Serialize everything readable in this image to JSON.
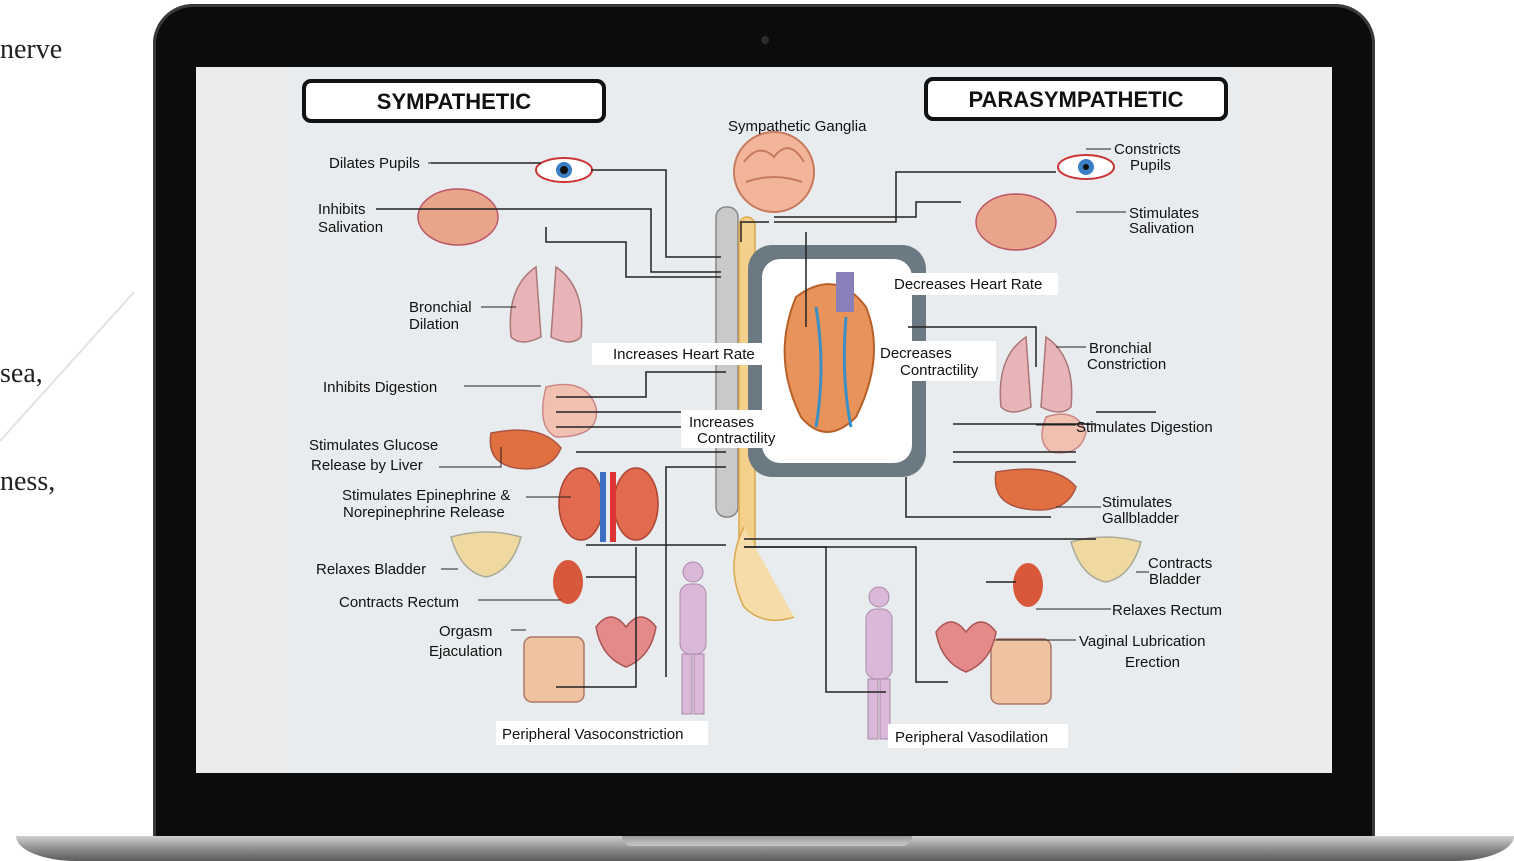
{
  "side_text": {
    "line1": "nerve",
    "line2": "sea,",
    "line3": "ness,"
  },
  "diagram": {
    "sympathetic_title": "SYMPATHETIC",
    "parasympathetic_title": "PARASYMPATHETIC",
    "center_label": "Sympathetic Ganglia",
    "sympathetic_labels": {
      "dilates_pupils": "Dilates Pupils",
      "inhibits_salivation_1": "Inhibits",
      "inhibits_salivation_2": "Salivation",
      "bronchial_dilation_1": "Bronchial",
      "bronchial_dilation_2": "Dilation",
      "increases_heart_rate": "Increases Heart Rate",
      "inhibits_digestion": "Inhibits Digestion",
      "increases_contractility_1": "Increases",
      "increases_contractility_2": "Contractility",
      "stimulates_glucose_1": "Stimulates Glucose",
      "stimulates_glucose_2": "Release by Liver",
      "epinephrine_1": "Stimulates Epinephrine &",
      "epinephrine_2": "Norepinephrine Release",
      "relaxes_bladder": "Relaxes Bladder",
      "contracts_rectum": "Contracts Rectum",
      "orgasm": "Orgasm",
      "ejaculation": "Ejaculation",
      "peripheral_vasoconstriction": "Peripheral Vasoconstriction"
    },
    "parasympathetic_labels": {
      "constricts_pupils_1": "Constricts",
      "constricts_pupils_2": "Pupils",
      "stimulates_salivation_1": "Stimulates",
      "stimulates_salivation_2": "Salivation",
      "decreases_heart_rate": "Decreases Heart Rate",
      "bronchial_constriction_1": "Bronchial",
      "bronchial_constriction_2": "Constriction",
      "decreases_contractility_1": "Decreases",
      "decreases_contractility_2": "Contractility",
      "stimulates_digestion": "Stimulates Digestion",
      "stimulates_gallbladder_1": "Stimulates",
      "stimulates_gallbladder_2": "Gallbladder",
      "contracts_bladder_1": "Contracts",
      "contracts_bladder_2": "Bladder",
      "relaxes_rectum": "Relaxes Rectum",
      "vaginal_lubrication": "Vaginal Lubrication",
      "erection": "Erection",
      "peripheral_vasodilation": "Peripheral Vasodilation"
    }
  }
}
